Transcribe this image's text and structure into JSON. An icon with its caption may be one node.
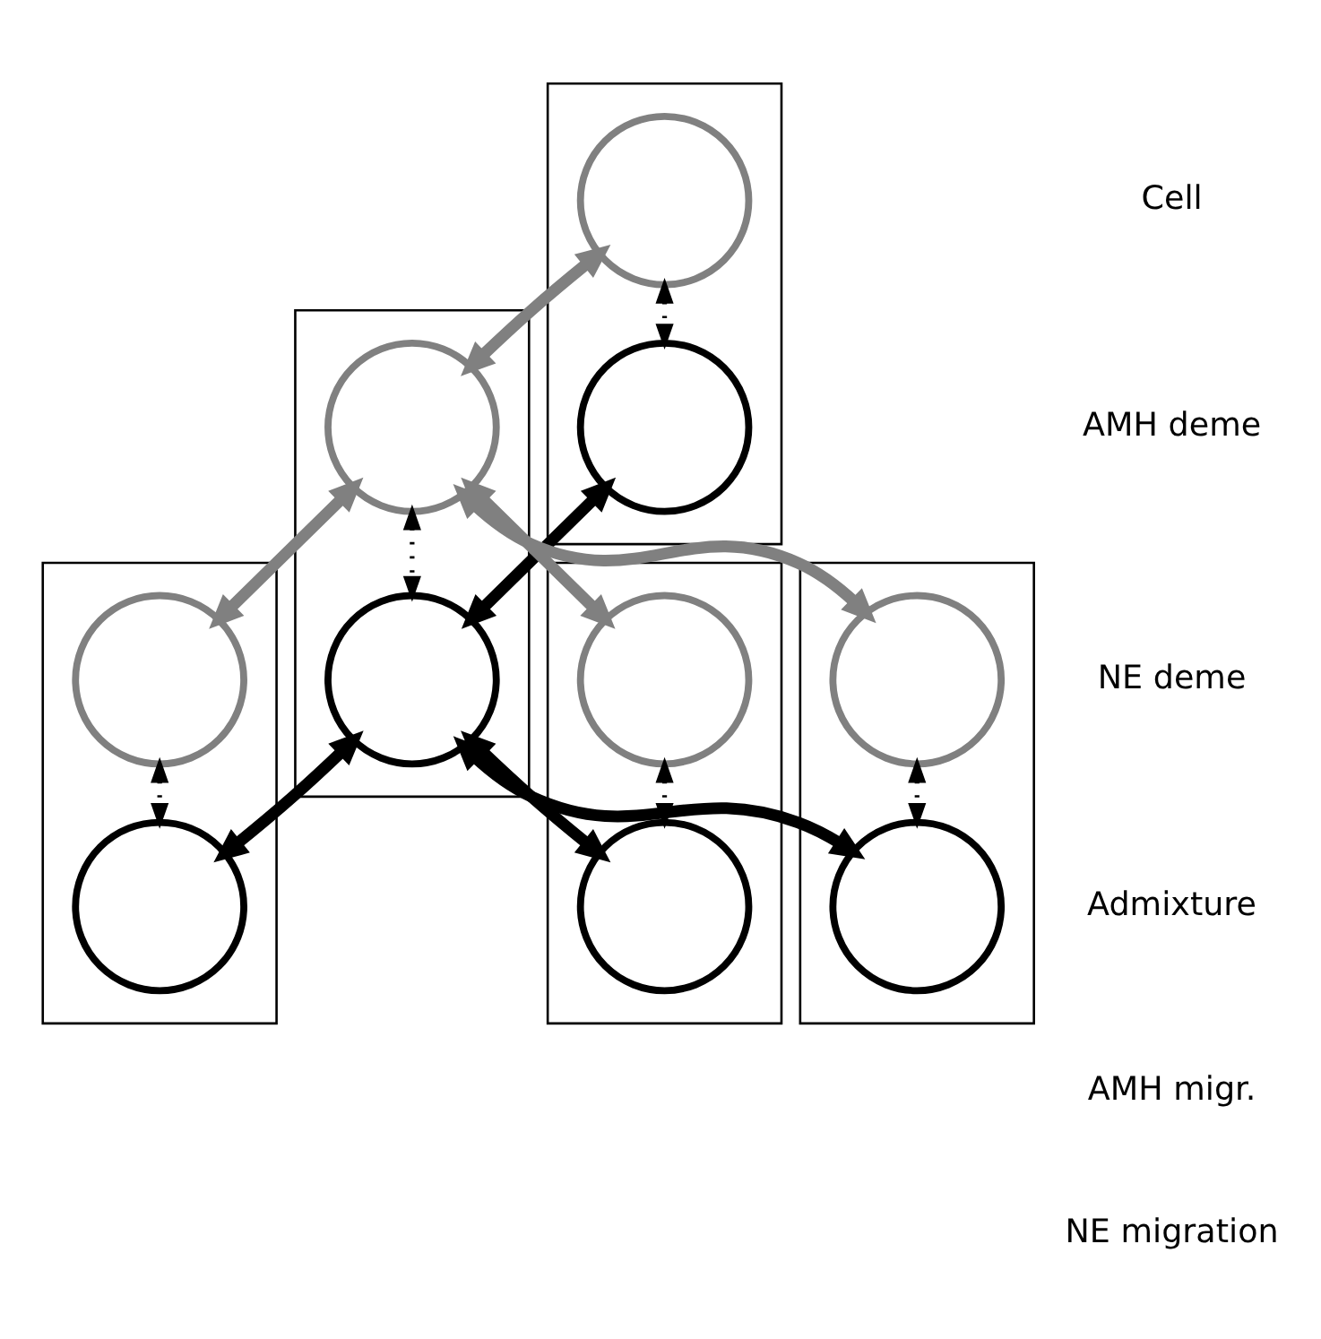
{
  "diagram": {
    "nodes": [
      {
        "text": [],
        "shape": "box"
      },
      {
        "text": [],
        "shape": "circle",
        "in": 0
      },
      {
        "text": [],
        "shape": "circle",
        "in": 0
      },
      {
        "text": [],
        "shape": "box"
      },
      {
        "text": [],
        "shape": "circle",
        "in": 3
      },
      {
        "text": [],
        "shape": "circle",
        "in": 3
      },
      {
        "text": [],
        "shape": "box"
      },
      {
        "text": [],
        "shape": "circle",
        "in": 6
      },
      {
        "text": [],
        "shape": "circle",
        "in": 6
      },
      {
        "text": [],
        "shape": "box"
      },
      {
        "text": [],
        "shape": "circle",
        "in": 9
      },
      {
        "text": [],
        "shape": "circle",
        "in": 9
      },
      {
        "text": [],
        "shape": "box"
      },
      {
        "text": [],
        "shape": "circle",
        "in": 12
      },
      {
        "text": [],
        "shape": "circle",
        "in": 12
      }
    ],
    "edges": [
      {
        "from": 1,
        "to": 2,
        "arrow": "both",
        "style": "dashed"
      },
      {
        "from": 1,
        "to": 7,
        "arrow": "both",
        "color": "#808080"
      },
      {
        "from": 2,
        "to": 8,
        "arrow": "both"
      },
      {
        "from": 4,
        "to": 7,
        "arrow": "both",
        "color": "#808080"
      },
      {
        "from": 4,
        "to": 5,
        "arrow": "both",
        "style": "dashed"
      },
      {
        "from": 7,
        "to": 10,
        "arrow": "both",
        "color": "#808080"
      },
      {
        "from": 7,
        "to": 8,
        "arrow": "both",
        "style": "dashed"
      },
      {
        "from": 10,
        "to": 11,
        "arrow": "both",
        "style": "dashed"
      },
      {
        "from": 5,
        "to": 8,
        "arrow": "both"
      },
      {
        "from": 8,
        "to": 11,
        "arrow": "both"
      },
      {
        "from": 7,
        "to": 13,
        "arrow": "both",
        "color": "#808080"
      },
      {
        "from": 8,
        "to": 14,
        "arrow": "both"
      },
      {
        "from": 13,
        "to": 14,
        "arrow": "both",
        "style": "dashed"
      }
    ],
    "legend": [
      {
        "text": "Cell"
      },
      {
        "text": "AMH deme"
      },
      {
        "text": "NE deme"
      },
      {
        "text": "Admixture"
      },
      {
        "text": "AMH migr."
      },
      {
        "text": "NE migration"
      }
    ]
  }
}
